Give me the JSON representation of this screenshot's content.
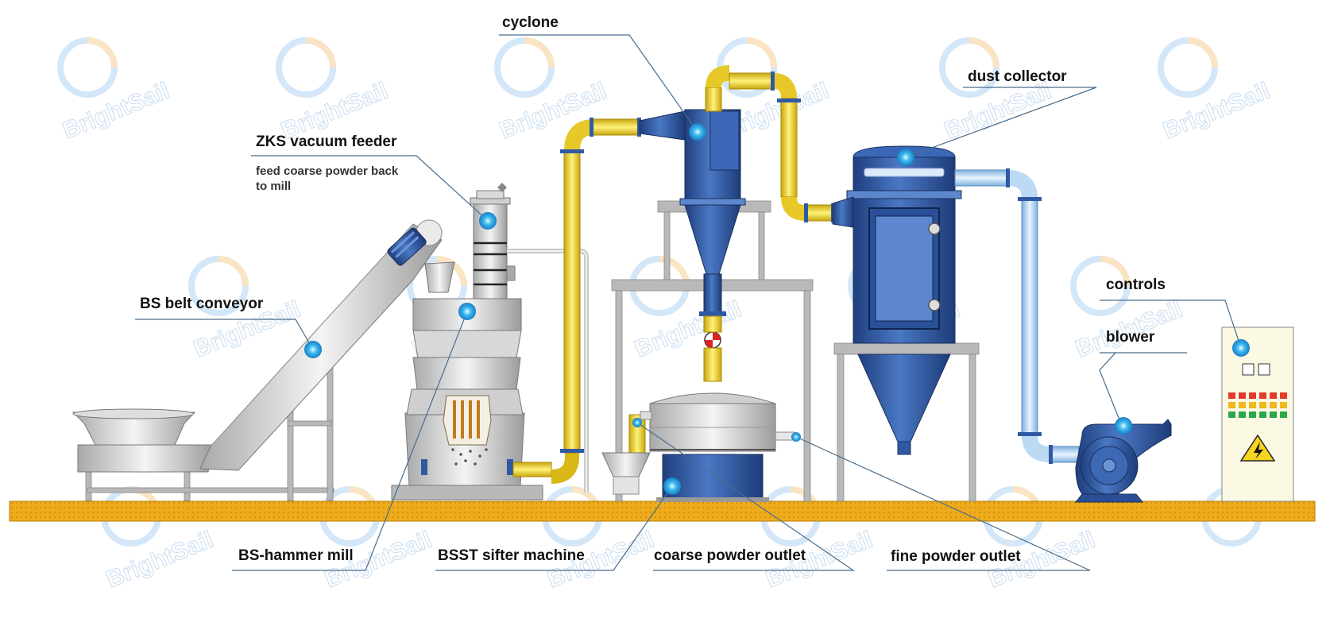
{
  "brand": {
    "watermark": "BrightSail"
  },
  "colors": {
    "steel_blue": "#2f5aa3",
    "pipe_yellow": "#f0d43a",
    "pipe_light_blue": "#a9cfee",
    "floor": "#e9a81a",
    "hotspot": "#2aa7e8",
    "leader_line": "#4a6d8c"
  },
  "labels": {
    "cyclone": "cyclone",
    "dust_collector": "dust collector",
    "vacuum_feeder": "ZKS vacuum feeder",
    "vacuum_feeder_note_1": "feed coarse powder back",
    "vacuum_feeder_note_2": "to mill",
    "belt_conveyor": "BS belt conveyor",
    "controls": "controls",
    "blower": "blower",
    "hammer_mill": "BS-hammer mill",
    "sifter": "BSST sifter  machine",
    "coarse_outlet": "coarse powder outlet",
    "fine_outlet": "fine powder outlet"
  },
  "icons": [
    "brightsail-logo-icon",
    "hotspot-icon",
    "lightning-warning-icon"
  ]
}
